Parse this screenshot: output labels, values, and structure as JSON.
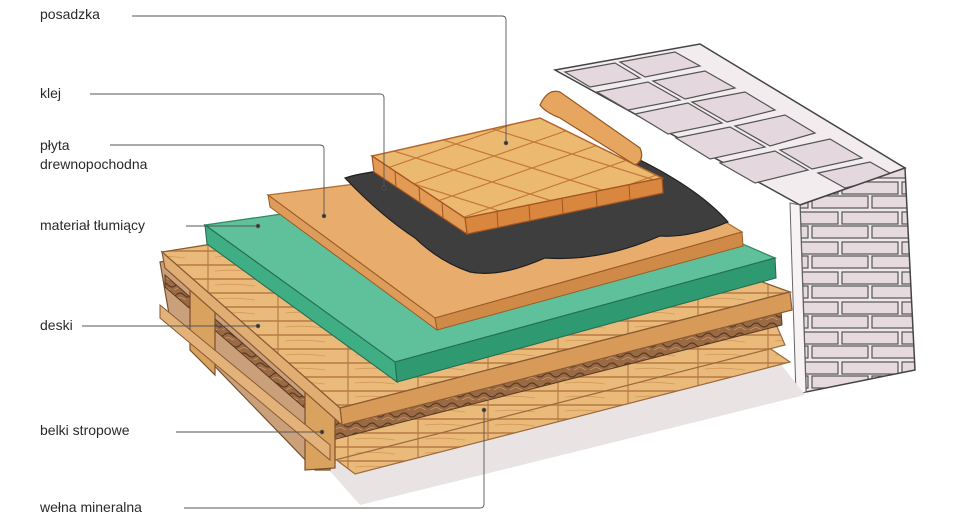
{
  "labels": {
    "posadzka": "posadzka",
    "klej": "klej",
    "plyta_line1": "płyta",
    "plyta_line2": "drewnopochodna",
    "material": "materiał tłumiący",
    "deski": "deski",
    "belki": "belki stropowe",
    "welna": "wełna mineralna"
  },
  "colors": {
    "tile": "#e9b56a",
    "tile_edge": "#d07a3c",
    "adhesive": "#3d3d3d",
    "board": "#e7aa68",
    "board_edge": "#cf8548",
    "damping": "#4fb58f",
    "damping_edge": "#3a9a77",
    "planks": "#e8b877",
    "joist": "#d9a25f",
    "wool": "#8a5a3a",
    "brick": "#ece3e6",
    "leader": "#555555"
  }
}
